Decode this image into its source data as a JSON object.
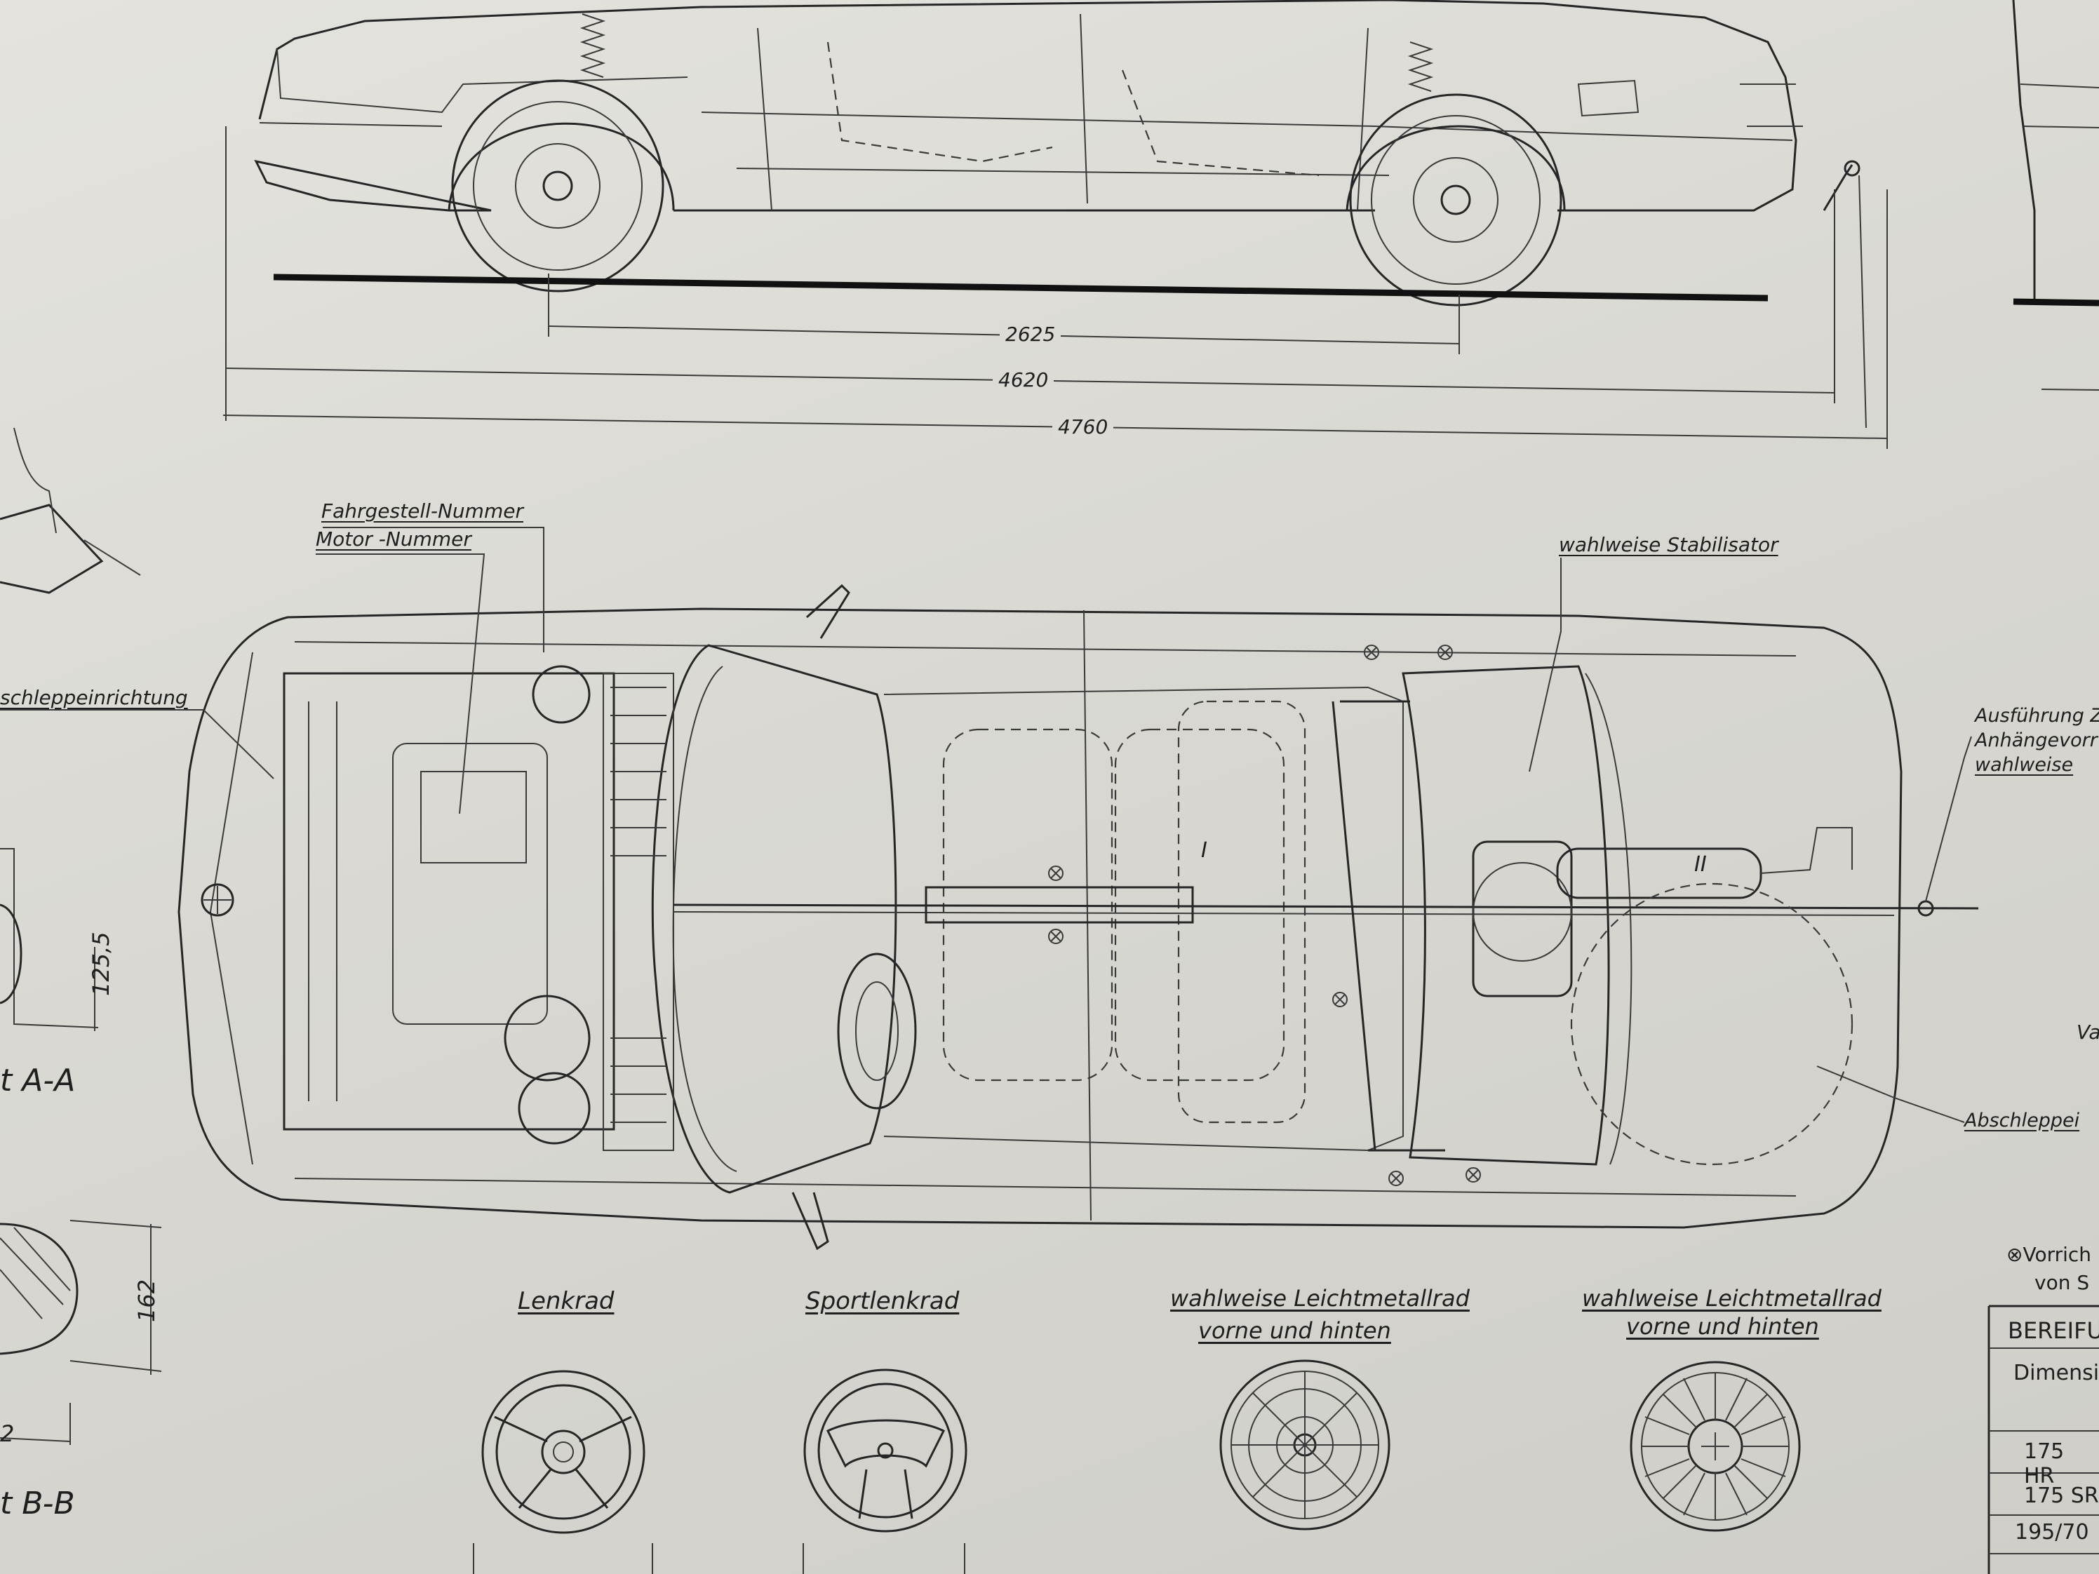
{
  "dimensions": {
    "wheelbase": "2625",
    "length_a": "4620",
    "length_b": "4760",
    "section_width": "125,5",
    "section_height": "162",
    "section_partial": "2"
  },
  "labels": {
    "chassis_number": "Fahrgestell-Nummer",
    "engine_number": "Motor -Nummer",
    "tow_front": "schleppeinrichtung",
    "stabilizer": "wahlweise Stabilisator",
    "trailer_line1": "Ausführung Z",
    "trailer_line2": "Anhängevorr",
    "trailer_line3": "wahlweise",
    "tow_rear": "Abschleppei",
    "roman_1": "I",
    "roman_2": "II",
    "section_aa": "t A-A",
    "section_bb": "t B-B",
    "partial_va": "Va"
  },
  "wheels": [
    {
      "title": "Lenkrad",
      "subtitle": ""
    },
    {
      "title": "Sportlenkrad",
      "subtitle": ""
    },
    {
      "title": "wahlweise Leichtmetallrad",
      "subtitle": "vorne und hinten"
    },
    {
      "title": "wahlweise Leichtmetallrad",
      "subtitle": "vorne und hinten"
    }
  ],
  "legend": {
    "line1": "⊗Vorrich",
    "line2": "von S"
  },
  "table": {
    "header": "BEREIFU",
    "dim_label": "Dimensio",
    "rows": [
      "175 HR",
      "175 SR",
      "195/70"
    ]
  },
  "colors": {
    "paper": "#dcdbd5",
    "ink": "#262626"
  }
}
